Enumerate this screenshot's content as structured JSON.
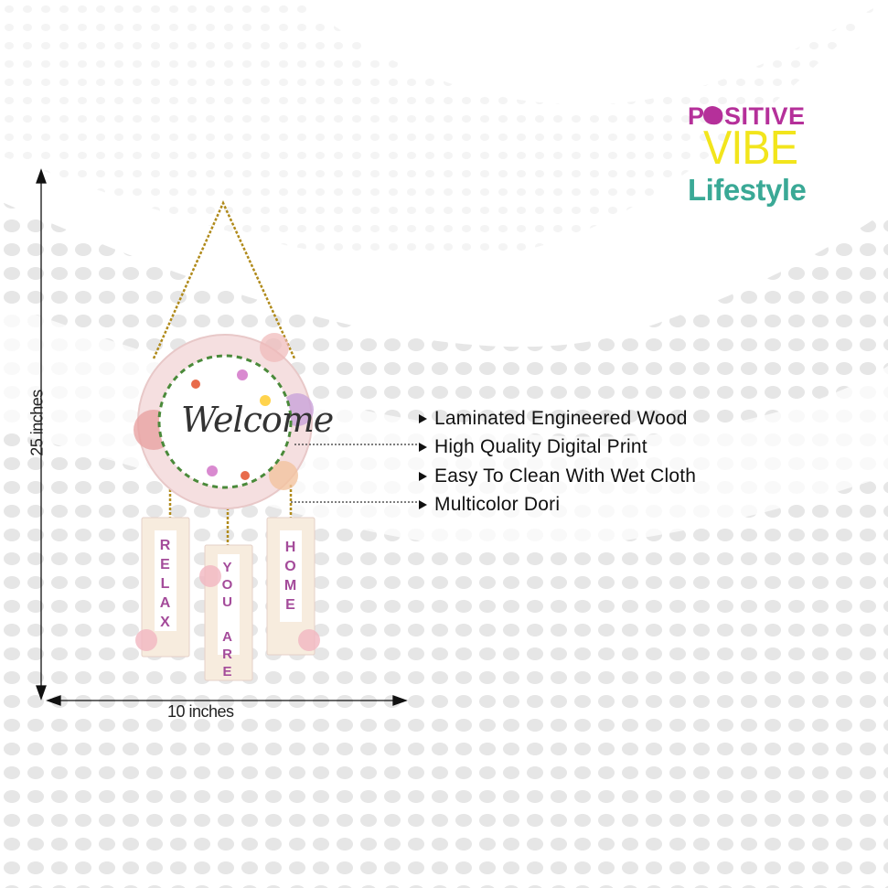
{
  "brand": {
    "line1": "POSITIVE",
    "line2": "VIBE",
    "line3": "Lifestyle",
    "colors": {
      "positive": "#b5309a",
      "vibe": "#f2e51c",
      "lifestyle": "#3aa996"
    }
  },
  "product": {
    "sign_text": "Welcome",
    "tags": [
      "RELAX",
      "YOU ARE",
      "HOME"
    ]
  },
  "dimensions": {
    "height_label": "25 inches",
    "width_label": "10 inches"
  },
  "features": [
    "Laminated Engineered Wood",
    "High Quality Digital Print",
    "Easy To Clean With Wet Cloth",
    "Multicolor Dori"
  ]
}
